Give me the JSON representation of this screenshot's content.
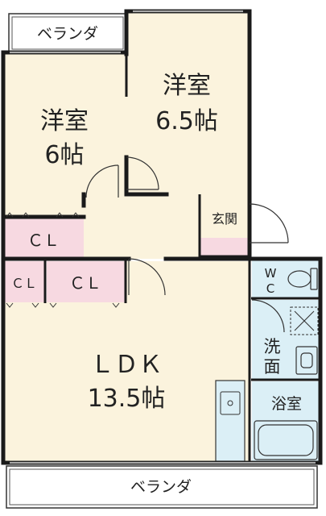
{
  "colors": {
    "room_fill": "#fbf3dd",
    "closet_fill": "#f7d9e1",
    "wet_fill": "#dbeff6",
    "wall": "#1a1a1a",
    "background": "#ffffff"
  },
  "rooms": {
    "western_left": {
      "name": "洋室",
      "size": "6帖"
    },
    "western_right": {
      "name": "洋室",
      "size": "6.5帖"
    },
    "ldk": {
      "name": "ＬＤＫ",
      "size": "13.5帖"
    },
    "entrance": "玄関",
    "closet_upper": "ＣＬ",
    "closet_small": "ＣＬ",
    "closet_middle": "ＣＬ",
    "wc_line1": "W",
    "wc_line2": "C",
    "washroom_line1": "洗",
    "washroom_line2": "面",
    "bathroom": "浴室"
  },
  "balcony_top": "ベランダ",
  "balcony_bottom": "ベランダ"
}
